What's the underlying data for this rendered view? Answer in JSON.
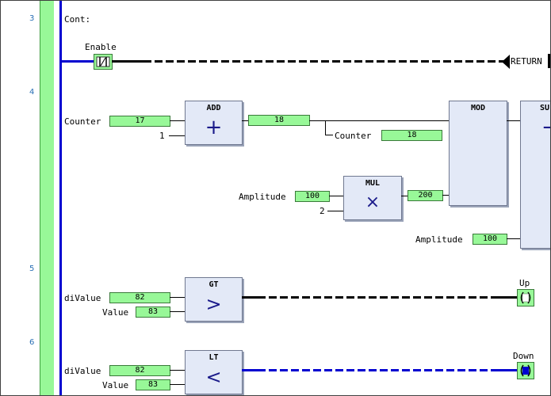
{
  "networks": {
    "n3": "3",
    "n4": "4",
    "n5": "5",
    "n6": "6"
  },
  "net3": {
    "label": "Cont:",
    "contact_var": "Enable",
    "return_label": "RETURN"
  },
  "net4": {
    "add": {
      "title": "ADD",
      "symbol": "+",
      "in1_var": "Counter",
      "in1_val": "17",
      "in2_const": "1",
      "out_val": "18"
    },
    "assign": {
      "var": "Counter",
      "val": "18"
    },
    "mul": {
      "title": "MUL",
      "symbol": "×",
      "in1_var": "Amplitude",
      "in1_val": "100",
      "in2_const": "2",
      "out_val": "200"
    },
    "mod": {
      "title": "MOD"
    },
    "sub": {
      "title": "SU",
      "symbol": "−",
      "in2_var": "Amplitude",
      "in2_val": "100"
    }
  },
  "net5": {
    "gt": {
      "title": "GT",
      "symbol": ">"
    },
    "in1_var": "diValue",
    "in1_val": "82",
    "in2_var": "Value",
    "in2_val": "83",
    "coil_var": "Up"
  },
  "net6": {
    "lt": {
      "title": "LT",
      "symbol": "<"
    },
    "in1_var": "diValue",
    "in1_val": "82",
    "in2_var": "Value",
    "in2_val": "83",
    "coil_var": "Down"
  },
  "colors": {
    "rail_green": "#98f898",
    "power_blue": "#0000d0",
    "block_fill": "#e3e9f7"
  }
}
